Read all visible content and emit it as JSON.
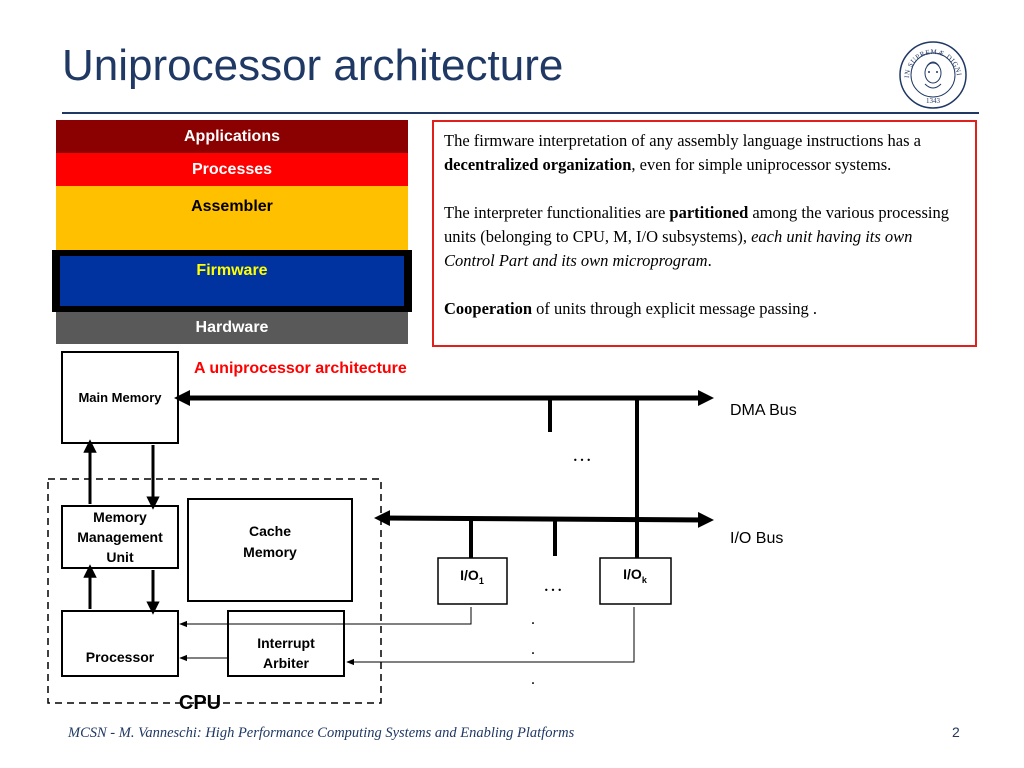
{
  "slide": {
    "title": "Uniprocessor architecture",
    "seal_alt": "IN SUPREMÆ DIGNITATIS 1343"
  },
  "layers": {
    "applications": "Applications",
    "processes": "Processes",
    "assembler": "Assembler",
    "firmware": "Firmware",
    "hardware": "Hardware"
  },
  "info": {
    "p1_a": "The firmware interpretation of  any assembly language instructions has a ",
    "p1_b": "decentralized organization",
    "p1_c": ", even for simple uniprocessor systems.",
    "p2_a": "The interpreter functionalities are ",
    "p2_b": "partitioned",
    "p2_c": " among the various processing units (belonging to CPU, M, I/O subsystems), ",
    "p2_d": "each unit having its own Control Part and its own microprogram",
    "p2_e": ".",
    "p3_a": "Cooperation",
    "p3_b": " of units through explicit message passing ."
  },
  "diagram": {
    "caption": "A uniprocessor architecture",
    "main_memory": "Main Memory",
    "mmu_line1": "Memory",
    "mmu_line2": "Management",
    "mmu_line3": "Unit",
    "cache_line1": "Cache",
    "cache_line2": "Memory",
    "processor": "Processor",
    "arbiter_line1": "Interrupt",
    "arbiter_line2": "Arbiter",
    "io1_base": "I/O",
    "io1_sub": "1",
    "iok_base": "I/O",
    "iok_sub": "k",
    "cpu_label": "CPU",
    "dma_bus": "DMA Bus",
    "io_bus": "I/O Bus",
    "ellipsis": "…",
    "dot": "."
  },
  "footer": {
    "text": "MCSN   -    M. Vanneschi: High Performance Computing Systems and Enabling Platforms",
    "page": "2"
  }
}
